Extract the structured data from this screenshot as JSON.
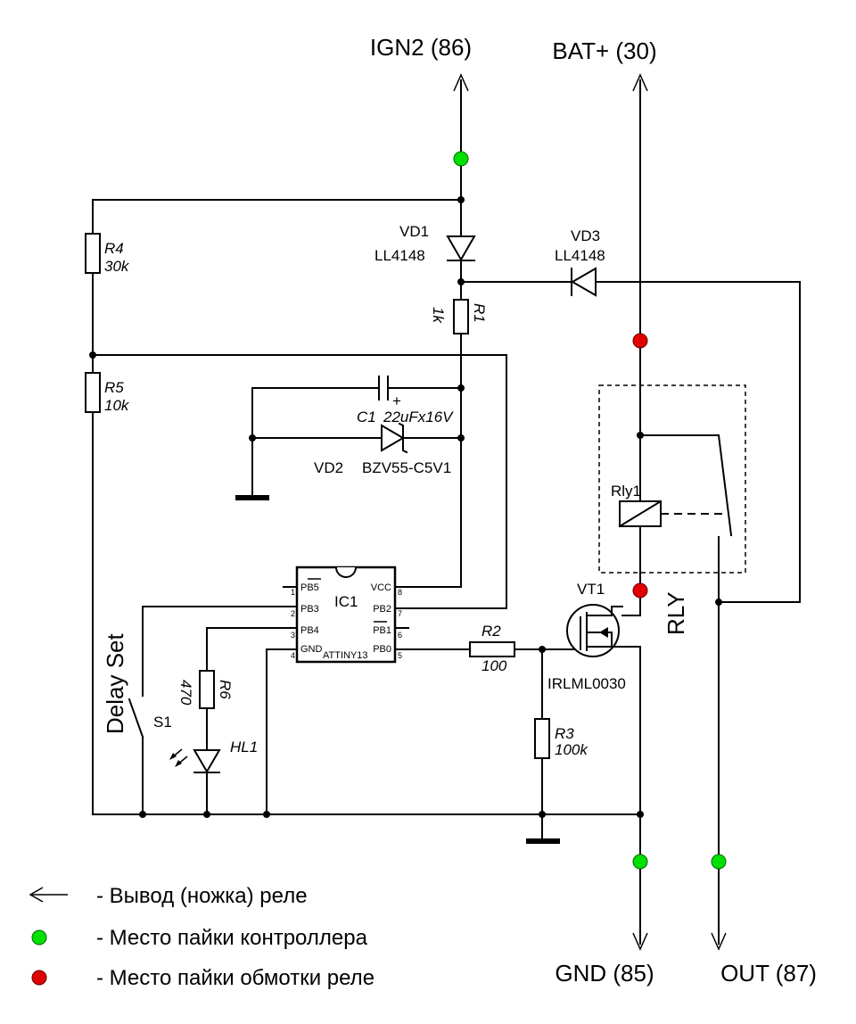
{
  "terminals": {
    "ign2": "IGN2 (86)",
    "bat": "BAT+ (30)",
    "gnd": "GND (85)",
    "out": "OUT (87)"
  },
  "components": {
    "vd1": {
      "ref": "VD1",
      "part": "LL4148"
    },
    "vd3": {
      "ref": "VD3",
      "part": "LL4148"
    },
    "vd2": {
      "ref": "VD2",
      "part": "BZV55-C5V1"
    },
    "c1": {
      "ref": "C1",
      "value": "22uFx16V",
      "plus": "+"
    },
    "r1": {
      "ref": "R1",
      "value": "1k"
    },
    "r2": {
      "ref": "R2",
      "value": "100"
    },
    "r3": {
      "ref": "R3",
      "value": "100k"
    },
    "r4": {
      "ref": "R4",
      "value": "30k"
    },
    "r5": {
      "ref": "R5",
      "value": "10k"
    },
    "r6": {
      "ref": "R6",
      "value": "470"
    },
    "hl1": {
      "ref": "HL1"
    },
    "s1": {
      "ref": "S1",
      "label": "Delay Set"
    },
    "vt1": {
      "ref": "VT1",
      "part": "IRLML0030"
    },
    "rly": {
      "coil": "Rly1",
      "block": "RLY"
    },
    "ic1": {
      "ref": "IC1",
      "part": "ATTINY13",
      "pins_left": [
        {
          "num": "1",
          "name": "PB5"
        },
        {
          "num": "2",
          "name": "PB3"
        },
        {
          "num": "3",
          "name": "PB4"
        },
        {
          "num": "4",
          "name": "GND"
        }
      ],
      "pins_right": [
        {
          "num": "8",
          "name": "VCC"
        },
        {
          "num": "7",
          "name": "PB2"
        },
        {
          "num": "6",
          "name": "PB1"
        },
        {
          "num": "5",
          "name": "PB0"
        }
      ]
    }
  },
  "legend": {
    "arrow": "- Вывод (ножка) реле",
    "green": "- Место пайки контроллера",
    "red": "- Место пайки обмотки реле"
  },
  "colors": {
    "controller_pad": "#00e000",
    "coil_pad": "#e00000",
    "wire": "#000000"
  }
}
